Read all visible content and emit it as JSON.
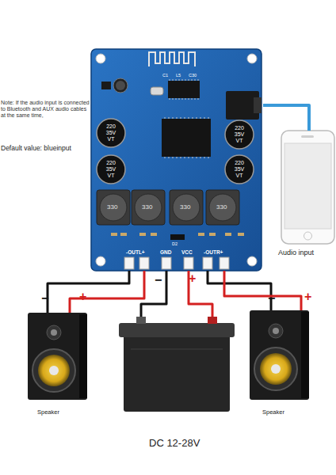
{
  "diagram": {
    "nodes": [
      {
        "text": [
          "-OUTL+",
          "GND",
          "VCC",
          "-OUTR+"
        ]
      },
      {
        "text": [
          "Audio input"
        ]
      },
      {
        "text": [
          "Speaker"
        ]
      },
      {
        "text": [
          "DC 12-28V"
        ]
      },
      {
        "text": [
          "Speaker"
        ]
      }
    ],
    "edges": [
      {
        "from": 0,
        "to": 2,
        "arrow": "none"
      },
      {
        "from": 0,
        "to": 2,
        "arrow": "none"
      },
      {
        "from": 0,
        "to": 3,
        "arrow": "none"
      },
      {
        "from": 0,
        "to": 3,
        "arrow": "none"
      },
      {
        "from": 0,
        "to": 4,
        "arrow": "none"
      },
      {
        "from": 0,
        "to": 4,
        "arrow": "none"
      },
      {
        "from": 0,
        "to": 1,
        "arrow": "none"
      }
    ],
    "labels": [
      "Note: If the audio input is connected to Bluetooth and AUX audio cables at the same time,",
      "Default value: blueinput",
      "C1",
      "L5",
      "C30",
      "220 35V VT",
      "220 35V VT",
      "220 35V VT",
      "220 35V VT",
      "330",
      "330",
      "330",
      "330",
      "D2",
      "−",
      "+",
      "−",
      "+",
      "−",
      "+"
    ]
  }
}
